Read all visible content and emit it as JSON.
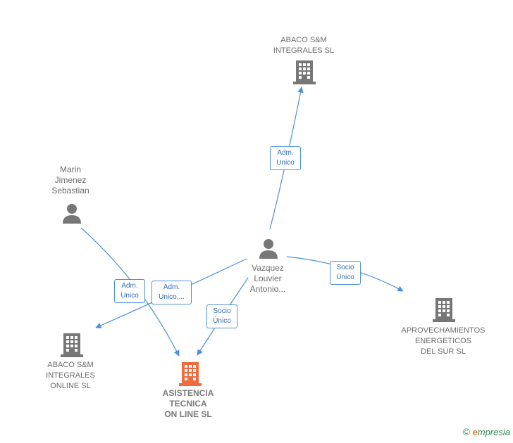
{
  "colors": {
    "edge": "#4a90d9",
    "node": "#777777",
    "main_node": "#f26a3f"
  },
  "nodes": {
    "abaco_integrales_sl": {
      "name": "ABACO S&M\nINTEGRALES SL",
      "icon": "building-icon"
    },
    "marin": {
      "name": "Marin\nJimenez\nSebastian",
      "icon": "person-icon"
    },
    "vazquez": {
      "name": "Vazquez\nLouvier\nAntonio...",
      "icon": "person-icon"
    },
    "aprovechamientos": {
      "name": "APROVECHAMIENTOS\nENERGETICOS\nDEL SUR SL",
      "icon": "building-icon"
    },
    "abaco_online": {
      "name": "ABACO S&M\nINTEGRALES\nONLINE  SL",
      "icon": "building-icon"
    },
    "asistencia": {
      "name": "ASISTENCIA\nTECNICA\nON LINE  SL",
      "icon": "building-icon"
    }
  },
  "edges": [
    {
      "label": "Adm.\nUnico"
    },
    {
      "label": "Adm.\nUnico"
    },
    {
      "label": "Adm.\nUnico,..."
    },
    {
      "label": "Socio\nÚnico"
    },
    {
      "label": "Socio\nÚnico"
    }
  ],
  "footer": {
    "copyright": "©",
    "brand_e": "e",
    "brand_rest": "mpresia"
  }
}
